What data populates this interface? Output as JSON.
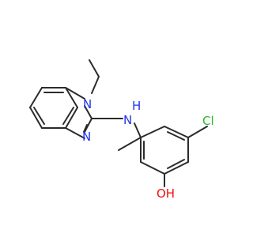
{
  "molecule": {
    "bond_color": "#2b2b2b",
    "atoms": [
      {
        "id": "cl",
        "label": "Cl",
        "color": "#22bb22"
      },
      {
        "id": "n1",
        "label": "N",
        "color": "#2233ee"
      },
      {
        "id": "nh",
        "label": "N",
        "color": "#2233ee"
      },
      {
        "id": "h",
        "label": "H",
        "color": "#2233ee"
      },
      {
        "id": "n3",
        "label": "N",
        "color": "#2233ee"
      },
      {
        "id": "oh",
        "label": "OH",
        "color": "#ee1111"
      }
    ]
  }
}
